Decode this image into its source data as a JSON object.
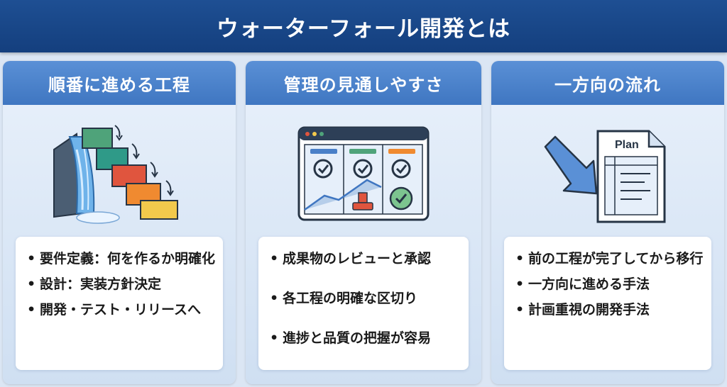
{
  "title": "ウォーターフォール開発とは",
  "panels": [
    {
      "heading": "順番に進める工程",
      "icon": "waterfall-steps-icon",
      "items": [
        "要件定義：何を作るか明確化",
        "設計：実装方針決定",
        "開発・テスト・リリースへ"
      ]
    },
    {
      "heading": "管理の見通しやすさ",
      "icon": "management-board-icon",
      "items": [
        "成果物のレビューと承認",
        "各工程の明確な区切り",
        "進捗と品質の把握が容易"
      ]
    },
    {
      "heading": "一方向の流れ",
      "icon": "plan-document-icon",
      "document_label": "Plan",
      "items": [
        "前の工程が完了してから移行",
        "一方向に進める手法",
        "計画重視の開発手法"
      ]
    }
  ],
  "colors": {
    "title_bar": "#1e4f93",
    "panel_header": "#4a80c8",
    "step_green": "#4fa37a",
    "step_red": "#e0553e",
    "step_orange": "#f08a30",
    "step_yellow": "#f2c94c"
  }
}
